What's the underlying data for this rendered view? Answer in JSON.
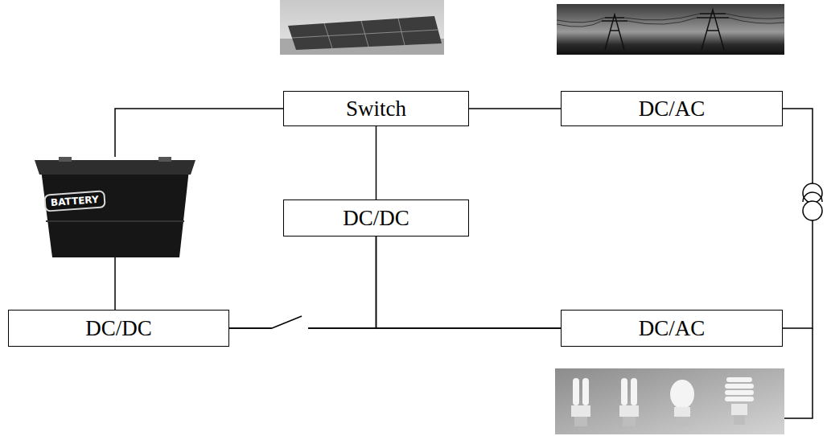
{
  "diagram": {
    "nodes": [
      {
        "text": [
          "Switch"
        ]
      },
      {
        "text": [
          "DC/AC"
        ]
      },
      {
        "text": [
          "BATTERY"
        ]
      },
      {
        "text": [
          "DC/DC"
        ]
      },
      {
        "text": [
          "DC/DC"
        ]
      },
      {
        "text": [
          "DC/AC"
        ]
      }
    ],
    "edges": [
      {
        "from": 0,
        "to": 1,
        "arrow": "none"
      },
      {
        "from": 0,
        "to": 2,
        "arrow": "none"
      },
      {
        "from": 0,
        "to": 3,
        "arrow": "none"
      },
      {
        "from": 2,
        "to": 4,
        "arrow": "none"
      },
      {
        "from": 3,
        "to": 5,
        "arrow": "none"
      },
      {
        "from": 4,
        "to": 5,
        "arrow": "none"
      },
      {
        "from": 4,
        "to": 3,
        "arrow": "none"
      },
      {
        "from": 1,
        "to": 5,
        "arrow": "none"
      }
    ]
  }
}
